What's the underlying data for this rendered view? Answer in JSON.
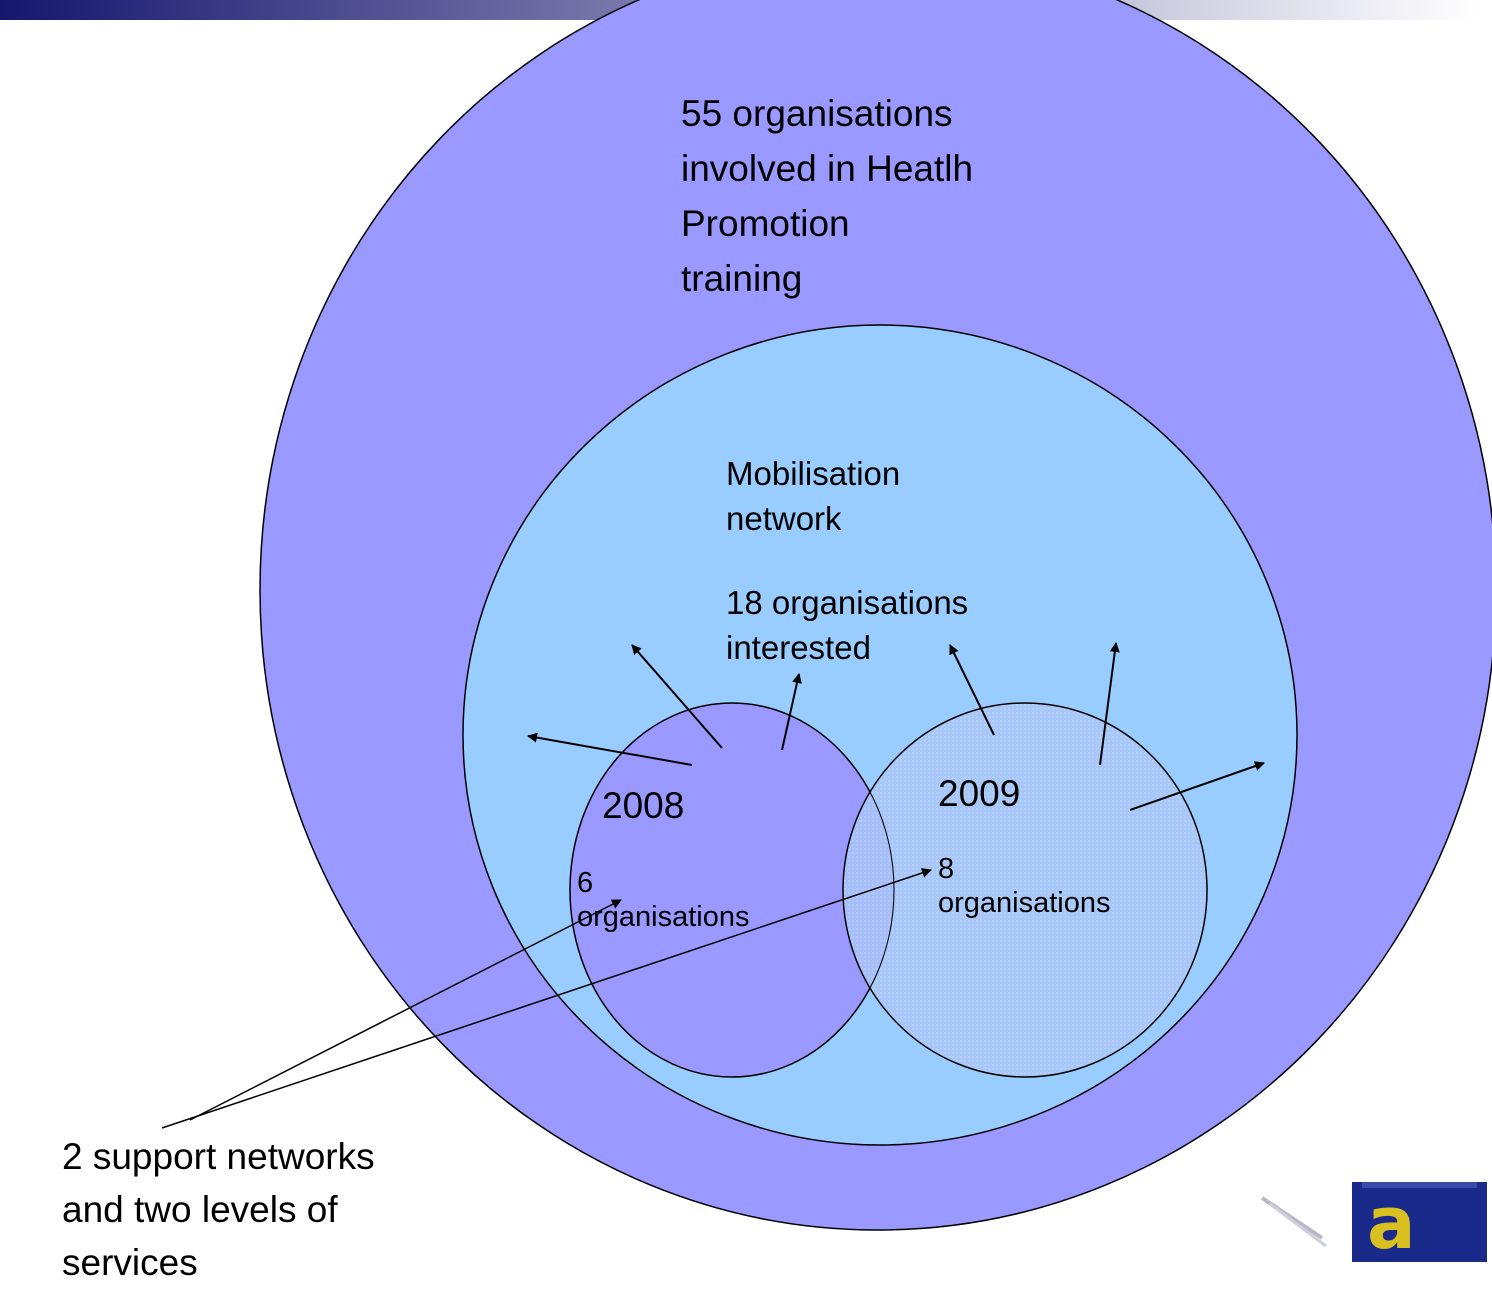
{
  "colors": {
    "top_bar_start": "#16166e",
    "top_bar_end": "#ffffff",
    "outer_circle": "#9999ff",
    "middle_circle": "#99ccff",
    "circle_2008": "#9999ff",
    "circle_2009": "#a8c4f8",
    "stroke": "#000000"
  },
  "labels": {
    "outer": "55 organisations\ninvolved in Heatlh\nPromotion\ntraining",
    "mobilisation_title": "Mobilisation\nnetwork",
    "mobilisation_count": "18 organisations\ninterested",
    "year_2008": "2008",
    "count_2008": "6\norganisations",
    "year_2009": "2009",
    "count_2009": "8\norganisations",
    "support_networks": "2 support networks\nand two levels of\nservices"
  },
  "logo": {
    "icon": "organisation-logo-a-letter"
  }
}
